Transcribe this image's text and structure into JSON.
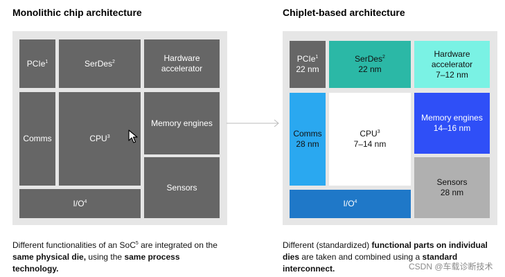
{
  "left": {
    "title": "Monolithic chip architecture",
    "blocks": {
      "pcie": {
        "label": "PCIe",
        "sup": "1"
      },
      "serdes": {
        "label": "SerDes",
        "sup": "2"
      },
      "hw_line1": "Hardware",
      "hw_line2": "accelerator",
      "comms": "Comms",
      "cpu": {
        "label": "CPU",
        "sup": "3"
      },
      "memory": "Memory engines",
      "sensors": "Sensors",
      "io": {
        "label": "I/O",
        "sup": "4"
      }
    },
    "caption": {
      "t1": "Different functionalities of an SoC",
      "sup": "5",
      "t2": " are integrated on the ",
      "b1": "same physical die,",
      "t3": " using the ",
      "b2": "same process technology."
    }
  },
  "right": {
    "title": "Chiplet-based architecture",
    "blocks": {
      "pcie": {
        "label": "PCIe",
        "sup": "1",
        "size": "22 nm"
      },
      "serdes": {
        "label": "SerDes",
        "sup": "2",
        "size": "22 nm"
      },
      "hw_line1": "Hardware",
      "hw_line2": "accelerator",
      "hw_size": "7–12 nm",
      "comms": "Comms",
      "comms_size": "28 nm",
      "cpu": {
        "label": "CPU",
        "sup": "3",
        "size": "7–14 nm"
      },
      "memory": "Memory engines",
      "memory_size": "14–16 nm",
      "sensors": "Sensors",
      "sensors_size": "28 nm",
      "io": {
        "label": "I/O",
        "sup": "4"
      }
    },
    "caption": {
      "t1": "Different (standardized) ",
      "b1": "functional parts on individual dies",
      "t2": " are taken and combined using a ",
      "b2": "standard interconnect."
    }
  },
  "watermark": "CSDN @车载诊断技术",
  "colors": {
    "panel": "#e6e6e6",
    "mono_block": "#666666",
    "serdes": "#2bb8a6",
    "hardware": "#7af2e4",
    "comms": "#2aa8f0",
    "cpu": "#ffffff",
    "memory": "#2f4ff7",
    "sensors": "#b0b0b0",
    "io": "#1f78c8",
    "arrow": "#bbbbbb"
  },
  "icons": [
    "arrow-right-icon",
    "mouse-cursor-icon"
  ]
}
